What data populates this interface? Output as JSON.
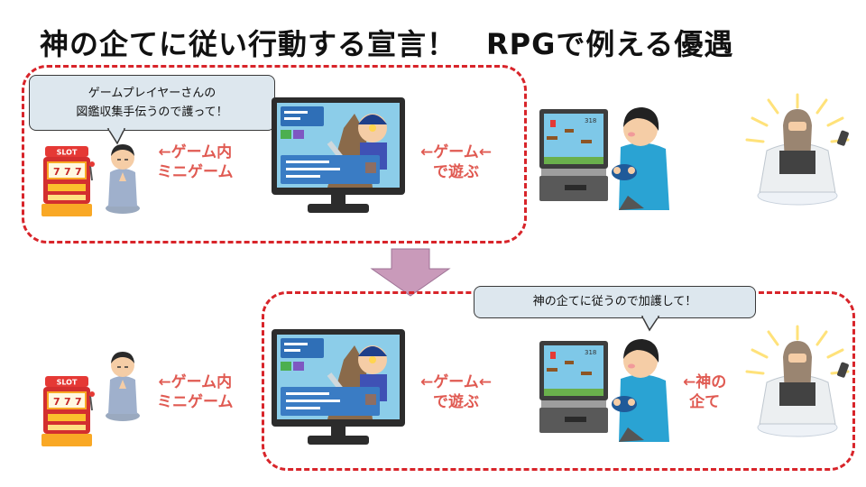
{
  "title": "神の企てに従い行動する宣言！　RPGで例える優遇",
  "top": {
    "bubble": {
      "line1": "ゲームプレイヤーさんの",
      "line2": "図鑑収集手伝うので護って！"
    },
    "label_minigame": {
      "line1": "←ゲーム内",
      "line2": "ミニゲーム"
    },
    "label_play": {
      "line1": "←ゲーム←",
      "line2": "で遊ぶ"
    }
  },
  "bottom": {
    "bubble": {
      "text": "神の企てに従うので加護して！"
    },
    "label_minigame": {
      "line1": "←ゲーム内",
      "line2": "ミニゲーム"
    },
    "label_play": {
      "line1": "←ゲーム←",
      "line2": "で遊ぶ"
    },
    "label_god": {
      "line1": "←神の",
      "line2": "企て"
    }
  },
  "slot_sign": "SLOT",
  "screen_score": "318",
  "colors": {
    "dash": "#d8242a",
    "label": "#e05a52",
    "arrow": "#c99aba",
    "bubble": "#dde7ee"
  }
}
